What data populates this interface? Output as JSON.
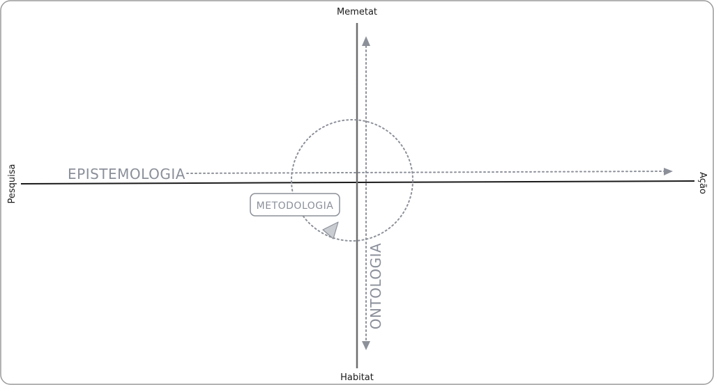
{
  "axes": {
    "top": "Memetat",
    "bottom": "Habitat",
    "left": "Pesquisa",
    "right": "Ação"
  },
  "concepts": {
    "epistemology": "EPISTEMOLOGIA",
    "ontology": "ONTOLOGIA",
    "methodology": "METODOLOGIA"
  },
  "colors": {
    "border": "#9a9a9a",
    "axis_horizontal": "#1a1a1a",
    "axis_vertical": "#6e6e6e",
    "dotted": "#8c9099",
    "concept_text": "#8a8f99",
    "arrowhead": "#8c9099",
    "cycle_arrow_fill": "#c9ccd1"
  }
}
